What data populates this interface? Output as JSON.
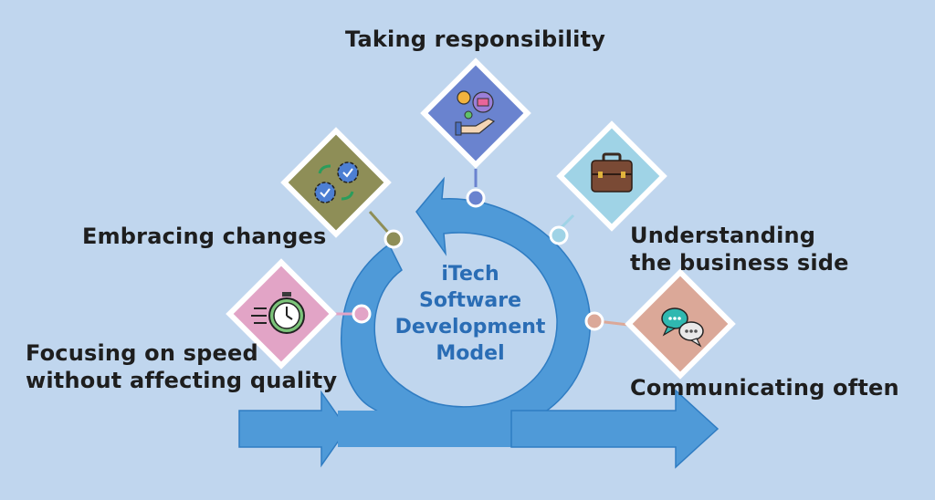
{
  "title": "iTech\nSoftware\nDevelopment\nModel",
  "steps": [
    {
      "label": "Taking responsibility",
      "icon": "hand-gears-icon",
      "color": "#6a83cf"
    },
    {
      "label": "Embracing changes",
      "icon": "gears-arrows-icon",
      "color": "#8e8e57"
    },
    {
      "label": "Understanding\nthe business side",
      "icon": "briefcase-icon",
      "color": "#9fd3e6"
    },
    {
      "label": "Focusing on speed\nwithout affecting quality",
      "icon": "stopwatch-icon",
      "color": "#e2a4c6"
    },
    {
      "label": "Communicating often",
      "icon": "chat-bubbles-icon",
      "color": "#dba898"
    }
  ],
  "colors": {
    "background": "#c0d6ee",
    "arrow": "#4f9ad8",
    "arrow_dark": "#2f7cc2",
    "title": "#2a6db5"
  }
}
